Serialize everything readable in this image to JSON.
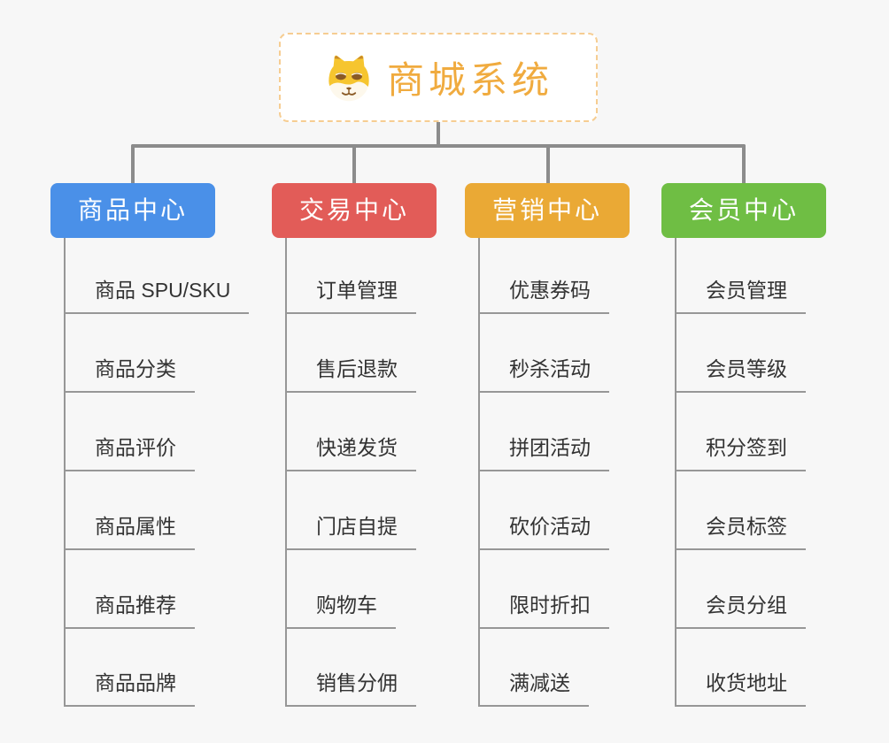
{
  "root": {
    "title": "商城系统",
    "icon": "doge-icon",
    "text_color": "#F0AB3F",
    "border_color": "#F6CD92",
    "background": "#FFFFFF"
  },
  "branches": [
    {
      "label": "商品中心",
      "color": "#4A90E8",
      "children": [
        "商品 SPU/SKU",
        "商品分类",
        "商品评价",
        "商品属性",
        "商品推荐",
        "商品品牌"
      ]
    },
    {
      "label": "交易中心",
      "color": "#E25C58",
      "children": [
        "订单管理",
        "售后退款",
        "快递发货",
        "门店自提",
        "购物车",
        "销售分佣"
      ]
    },
    {
      "label": "营销中心",
      "color": "#EAA935",
      "children": [
        "优惠券码",
        "秒杀活动",
        "拼团活动",
        "砍价活动",
        "限时折扣",
        "满减送"
      ]
    },
    {
      "label": "会员中心",
      "color": "#6FBE44",
      "children": [
        "会员管理",
        "会员等级",
        "积分签到",
        "会员标签",
        "会员分组",
        "收货地址"
      ]
    }
  ],
  "style": {
    "page_background": "#F7F7F7",
    "connector_color": "#8C8C8C",
    "leaf_line_color": "#979797",
    "leaf_text_color": "#333333"
  }
}
